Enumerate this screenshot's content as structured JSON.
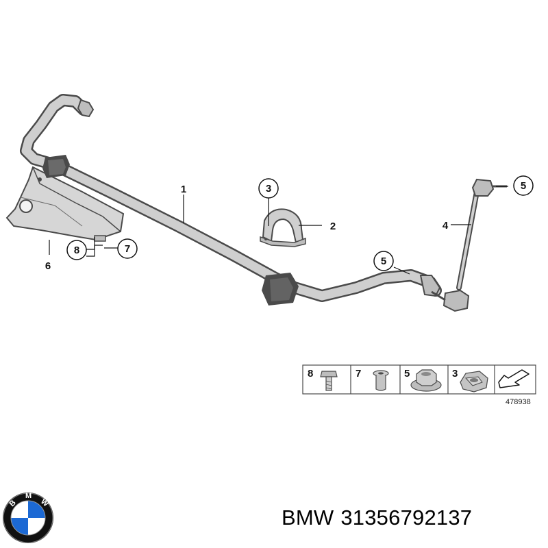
{
  "callouts": {
    "c1": "1",
    "c2": "2",
    "c3": "3",
    "c4": "4",
    "c5_top": "5",
    "c5_mid": "5",
    "c6": "6",
    "c7": "7",
    "c8": "8"
  },
  "parts_legend": {
    "cells": [
      {
        "number": "8",
        "icon": "bolt-icon"
      },
      {
        "number": "7",
        "icon": "sleeve-icon"
      },
      {
        "number": "5",
        "icon": "flange-nut-icon"
      },
      {
        "number": "3",
        "icon": "hex-nut-icon"
      }
    ],
    "reference": "478938"
  },
  "brand": {
    "logo_letters": "BMW",
    "name": "BMW",
    "part_number": "31356792137"
  },
  "colors": {
    "part_fill": "#c9c9c9",
    "part_stroke": "#4a4a4a",
    "bushing": "#4a4a4a",
    "logo_blue": "#1c69d4"
  }
}
